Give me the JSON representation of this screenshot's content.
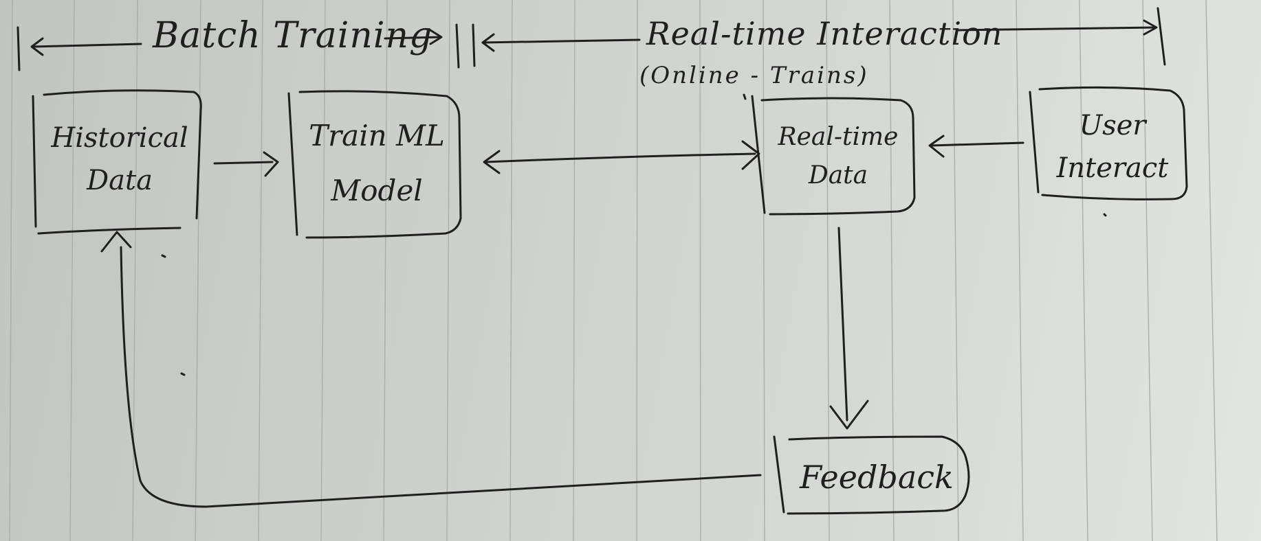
{
  "header": {
    "batch_training": "Batch Training",
    "realtime_interaction": "Real-time Interaction",
    "online_training": "(Online - Trains)"
  },
  "nodes": {
    "historical_data": {
      "line1": "Historical",
      "line2": "Data"
    },
    "train_ml_model": {
      "line1": "Train ML",
      "line2": "Model"
    },
    "realtime_data": {
      "line1": "Real-time",
      "line2": "Data"
    },
    "user_interact": {
      "line1": "User",
      "line2": "Interact"
    },
    "feedback": {
      "line1": "Feedback"
    }
  },
  "colors": {
    "ink": "#1e1f1e",
    "paper": "#cfd1ce",
    "rule_line": "#a9aba8"
  }
}
